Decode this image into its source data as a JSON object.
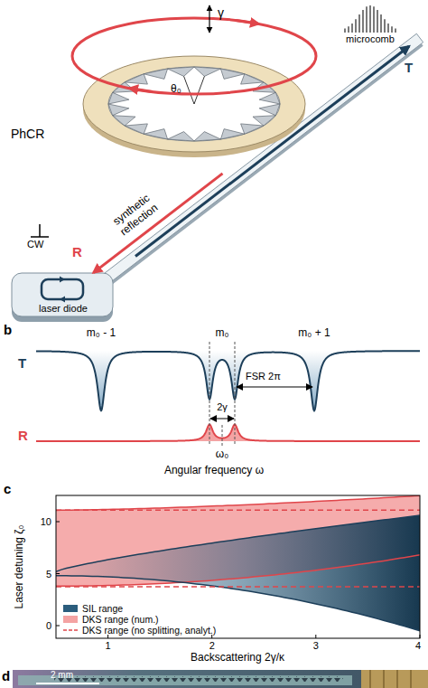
{
  "diagram": {
    "nodes": [
      {
        "text": [
          "PhCR"
        ]
      },
      {
        "text": [
          "laser diode"
        ]
      }
    ],
    "labels": [
      "γ",
      "θ₀",
      "microcomb",
      "T",
      "R",
      "synthetic reflection",
      "CW",
      "b",
      "m₀ - 1",
      "m₀",
      "m₀ + 1",
      "T",
      "R",
      "2γ",
      "FSR 2π",
      "ω₀",
      "Angular frequency ω",
      "c",
      "Laser detuning ζ₀",
      "10",
      "5",
      "0",
      "1",
      "2",
      "3",
      "4",
      "Backscattering 2γ/κ",
      "d",
      "2 mm"
    ],
    "legend": [
      {
        "text": "SIL range",
        "color": "#2b5d7d"
      },
      {
        "text": "DKS range (num.)",
        "color": "#f4a3a3"
      },
      {
        "text": "DKS range (no splitting, analyt.)"
      }
    ]
  }
}
